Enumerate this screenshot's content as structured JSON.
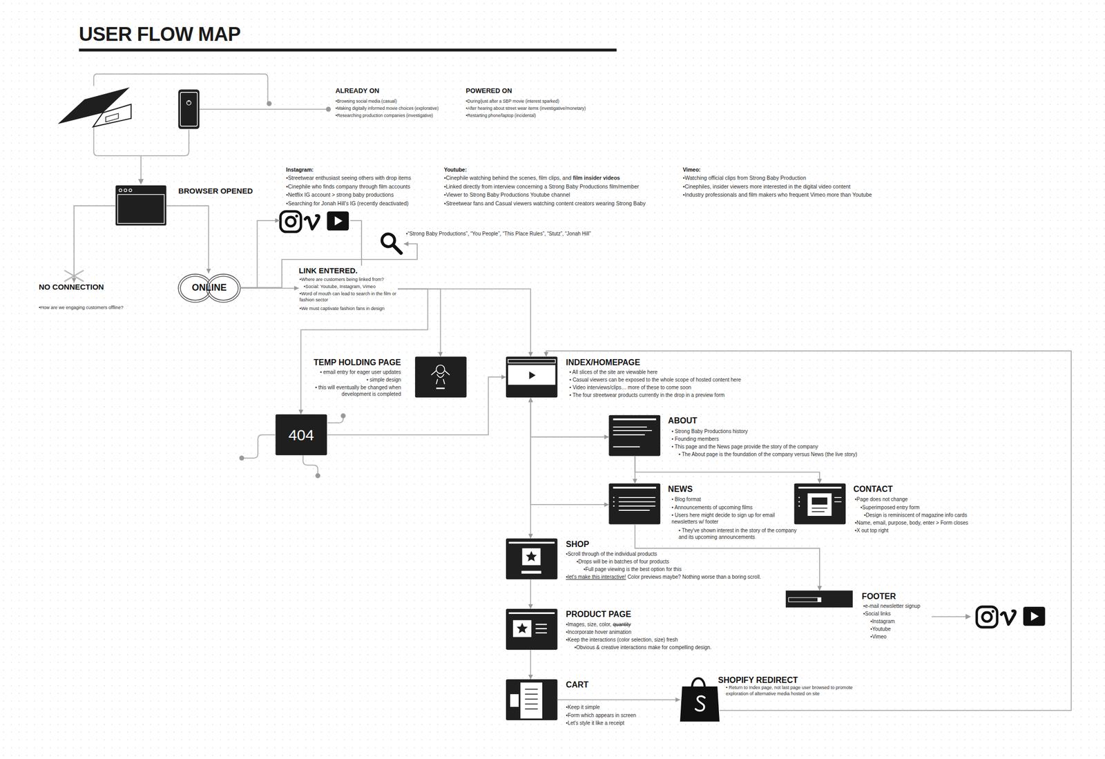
{
  "diagram": {
    "title": "USER FLOW MAP",
    "nodes": [
      {
        "text": [
          "BROWSER OPENED"
        ]
      },
      {
        "text": [
          "NO CONNECTION",
          "•How are we engaging customers offline?"
        ]
      },
      {
        "text": [
          "ONLINE"
        ]
      },
      {
        "text": [
          "Instagram:",
          "•Streetwear enthusiast seeing others with drop items",
          "•Cinephile who finds company through film accounts",
          "•Netflix IG account > strong baby productions",
          "•Searching for Jonah Hill's IG (recently deactivated)",
          "Youtube:",
          "•Cinephile watching behind the scenes, film clips, and",
          "film insider videos",
          "•Linked directly from interview concerning a Strong Baby Productions film/member",
          "•Viewer to Strong Baby Productions Youtube channel",
          "•Streetwear fans and Casual viewers watching content creators wearing Strong Baby",
          "Vimeo:",
          "•Watching official clips from Strong Baby Production",
          "•Cinephiles, insider viewers more interested in the digital video content",
          "•Industry professionals and film makers who frequent Vimeo more than Youtube"
        ]
      },
      {
        "text": [
          "•“Strong Baby Productions”, “You People”, “This Place Rules”, “Stutz”, “Jonah Hill”"
        ]
      },
      {
        "text": [
          "LINK ENTERED.",
          "•Where are customers being linked from?",
          "•Social: Youtube, Instagram, Vimeo",
          "•Word of mouth can lead to search in the film or fashion sector",
          "•We must captivate fashion fans in design"
        ]
      },
      {
        "text": [
          "TEMP HOLDING PAGE",
          "• email entry for eager user updates",
          "• simple design",
          "• this will eventually be changed when development is completed"
        ]
      },
      {
        "text": [
          "404"
        ]
      },
      {
        "text": [
          "INDEX/HOMEPAGE",
          "• All slices of the site are viewable here",
          "• Casual viewers can be exposed to the whole scope of hosted content here",
          "• Video interviews/clips… more of these to come soon",
          "• The four streetwear products currently in the drop in a preview form"
        ]
      },
      {
        "text": [
          "ABOUT",
          "• Strong Baby Productions history",
          "• Founding members",
          "• This page and the News page provide the story of the company",
          "• The About page is the foundation of the company versus News (the live story)"
        ]
      },
      {
        "text": [
          "NEWS",
          "• Blog format",
          "• Announcements of upcoming films",
          "• Users here might decide to sign up for email newsletters w/ footer",
          "• They've shown interest in the story of the company and its upcoming announcements"
        ]
      },
      {
        "text": [
          "CONTACT",
          "•Page does not change",
          "•Superimposed entry form",
          "•Design is reminiscent of magazine info cards",
          "•Name, email, purpose, body, enter > Form closes",
          "•X out top right"
        ]
      },
      {
        "text": [
          "SHOP",
          "•Scroll through of the individual products",
          "•Drops will be in batches of four products",
          "•Full page viewing is the best option for this",
          "•let's make this interactive!",
          "Color previews maybe? Nothing worse than a boring scroll."
        ]
      },
      {
        "text": [
          "PRODUCT PAGE",
          "•Images, size, color,",
          "quantity",
          "•Incorporate hover animation",
          "•Keep the interactions (color selection, size) fresh",
          "•Obvious & creative interactions make for compelling design."
        ]
      },
      {
        "text": [
          "CART",
          "•Keep it simple",
          "•Form which appears in screen",
          "•Let's style it like a receipt"
        ]
      },
      {
        "text": [
          "FOOTER",
          "•e-mail newsletter signup",
          "•Social links",
          "•Instagram",
          "•Youtube",
          "•Vimeo"
        ]
      },
      {
        "text": [
          "SHOPIFY REDIRECT",
          "• Return to Index page, not last page user browsed to promote exploration of alternative media hosted on site"
        ]
      }
    ],
    "edges": [
      {
        "from": 0,
        "to": 1,
        "arrow": "to"
      },
      {
        "from": 0,
        "to": 2,
        "arrow": "to"
      },
      {
        "from": 2,
        "to": 3,
        "arrow": "to"
      },
      {
        "from": 2,
        "to": 4,
        "arrow": "to"
      },
      {
        "from": 2,
        "to": 5,
        "arrow": "to"
      },
      {
        "from": 3,
        "to": 5,
        "arrow": "none"
      },
      {
        "from": 5,
        "to": 7,
        "arrow": "to"
      },
      {
        "from": 5,
        "to": 6,
        "arrow": "to"
      },
      {
        "from": 5,
        "to": 8,
        "arrow": "to"
      },
      {
        "from": 7,
        "to": 8,
        "arrow": "to"
      },
      {
        "from": 8,
        "to": 9,
        "arrow": "both"
      },
      {
        "from": 8,
        "to": 10,
        "arrow": "both"
      },
      {
        "from": 8,
        "to": 12,
        "arrow": "to"
      },
      {
        "from": 9,
        "to": 10,
        "arrow": "to"
      },
      {
        "from": 9,
        "to": 11,
        "arrow": "to"
      },
      {
        "from": 10,
        "to": 15,
        "arrow": "to"
      },
      {
        "from": 12,
        "to": 13,
        "arrow": "to"
      },
      {
        "from": 13,
        "to": 14,
        "arrow": "to"
      },
      {
        "from": 14,
        "to": 16,
        "arrow": "to"
      },
      {
        "from": 16,
        "to": 8,
        "arrow": "to"
      }
    ],
    "labels": [
      "ALREADY ON",
      "•Browsing social media (casual)",
      "•Making digitally informed movie choices (explorative)",
      "•Researching production companies (investigative)",
      "POWERED ON",
      "•During/just after a SBP movie (interest sparked)",
      "•After hearing about street wear items (investigative/monetary)",
      "•Restarting phone/laptop (incidental)"
    ]
  }
}
